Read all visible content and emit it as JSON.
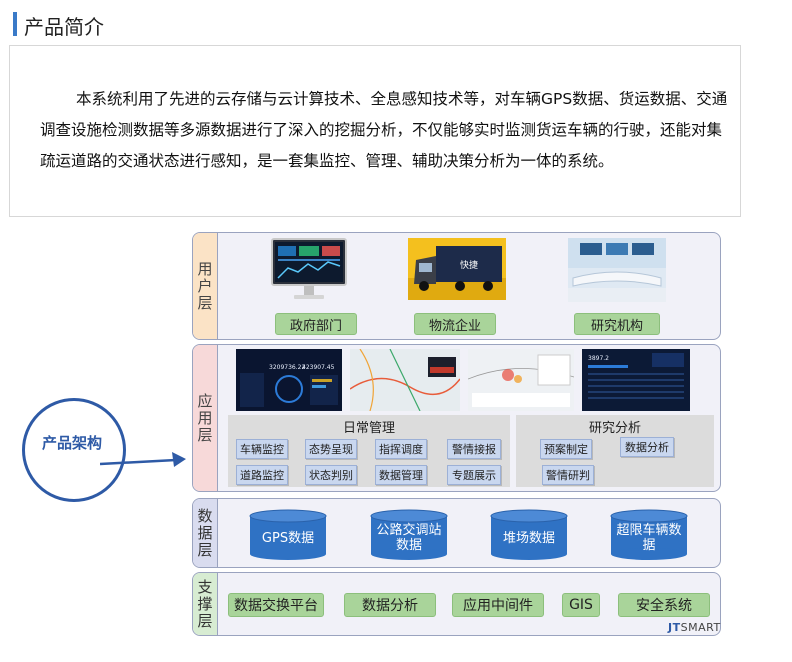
{
  "section": {
    "title": "产品简介"
  },
  "intro": {
    "text": "本系统利用了先进的云存储与云计算技术、全息感知技术等，对车辆GPS数据、货运数据、交通调查设施检测数据等多源数据进行了深入的挖掘分析，不仅能够实时监测货运车辆的行驶，还能对集疏运道路的交通状态进行感知，是一套集监控、管理、辅助决策分析为一体的系统。"
  },
  "architecture": {
    "label": "产品架构"
  },
  "user_layer": {
    "label": "用户层",
    "items": [
      {
        "label": "政府部门",
        "icon": "monitor-dashboard-image"
      },
      {
        "label": "物流企业",
        "icon": "truck-image"
      },
      {
        "label": "研究机构",
        "icon": "control-room-image"
      }
    ]
  },
  "app_layer": {
    "label": "应用层",
    "screenshots": [
      "dark-dashboard-screenshot",
      "traffic-map-screenshot",
      "heatmap-screenshot",
      "data-table-screenshot"
    ],
    "daily": {
      "title": "日常管理",
      "items": [
        "车辆监控",
        "态势呈现",
        "指挥调度",
        "警情接报",
        "道路监控",
        "状态判别",
        "数据管理",
        "专题展示"
      ]
    },
    "research": {
      "title": "研究分析",
      "items": [
        "预案制定",
        "数据分析",
        "警情研判"
      ]
    }
  },
  "data_layer": {
    "label": "数据层",
    "items": [
      "GPS数据",
      "公路交调站\n数据",
      "堆场数据",
      "超限车辆数\n据"
    ]
  },
  "support_layer": {
    "label": "支撑层",
    "items": [
      "数据交换平台",
      "数据分析",
      "应用中间件",
      "GIS",
      "安全系统"
    ]
  },
  "brand": {
    "prefix": "JT",
    "suffix": "SMART"
  },
  "colors": {
    "accent": "#3a7ac8",
    "cylinder": "#2f72c4",
    "tag_green": "#a9d49a",
    "tag_blue": "#c9d7ef"
  }
}
